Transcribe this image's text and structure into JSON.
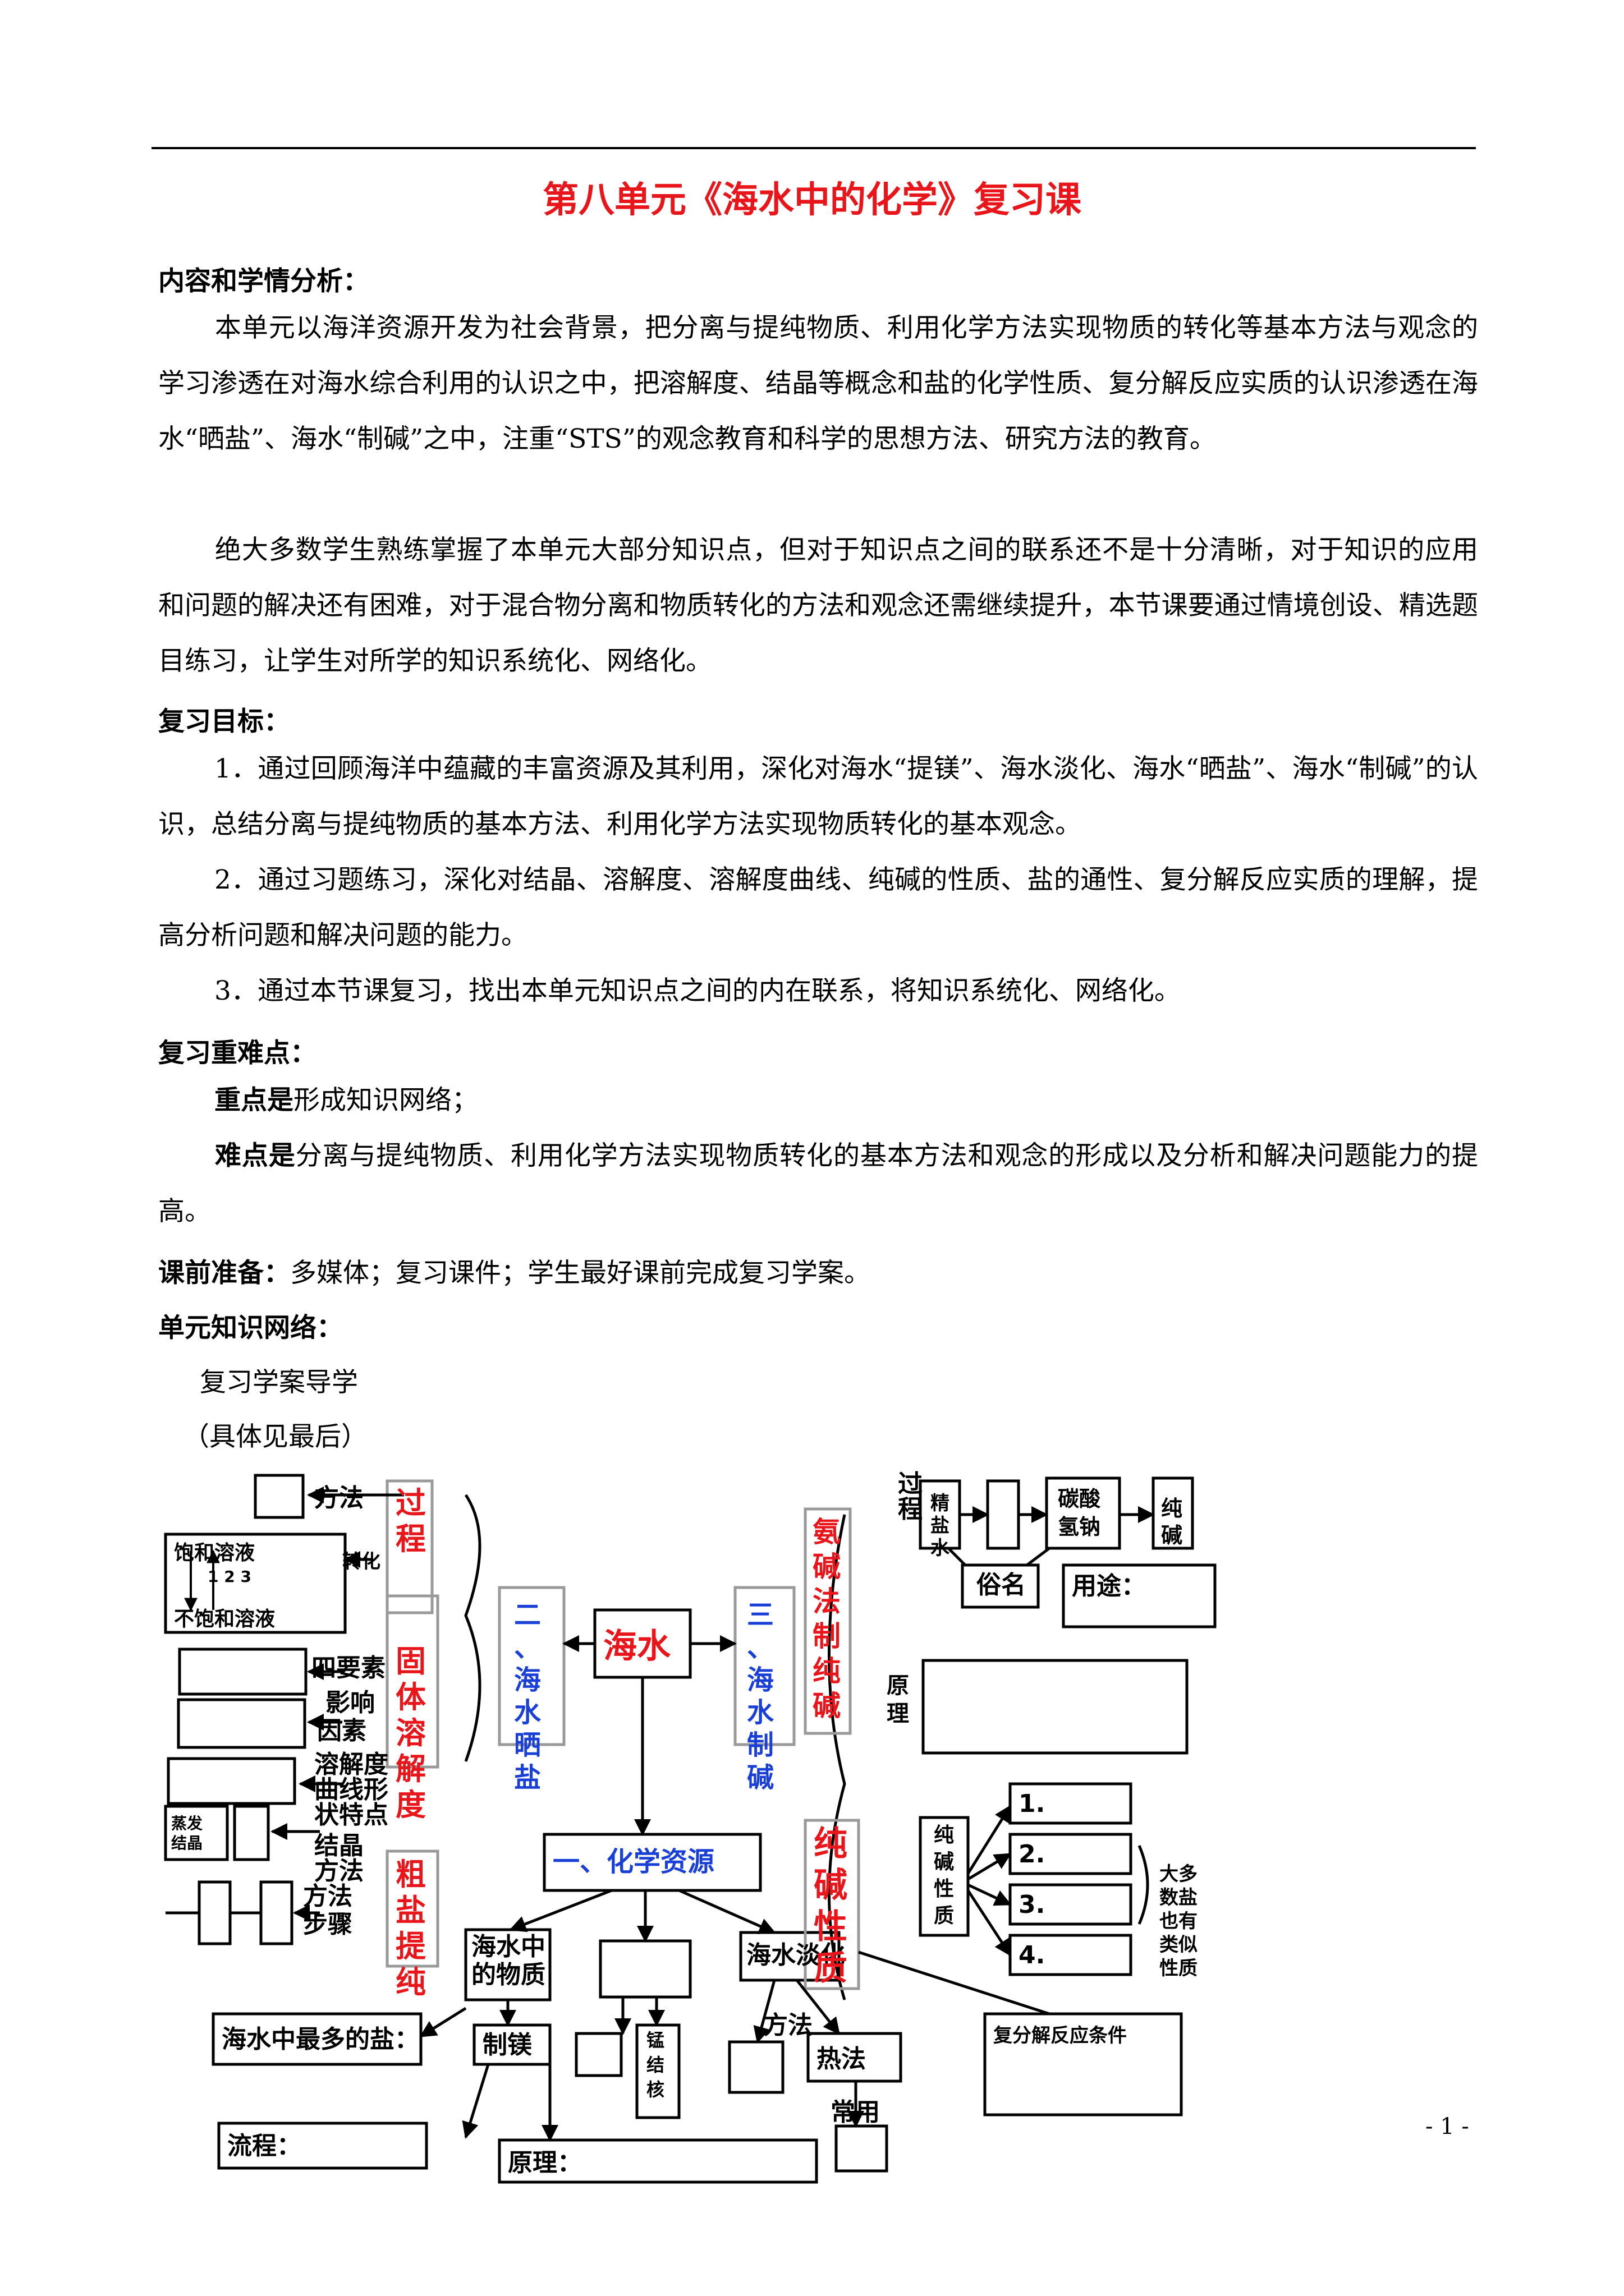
{
  "doc": {
    "title": "第八单元《海水中的化学》复习课",
    "section1_heading": "内容和学情分析：",
    "section1_p1": "本单元以海洋资源开发为社会背景，把分离与提纯物质、利用化学方法实现物质的转化等基本方法与观念的学习渗透在对海水综合利用的认识之中，把溶解度、结晶等概念和盐的化学性质、复分解反应实质的认识渗透在海水“晒盐”、海水“制碱”之中，注重“STS”的观念教育和科学的思想方法、研究方法的教育。",
    "section1_p2": "绝大多数学生熟练掌握了本单元大部分知识点，但对于知识点之间的联系还不是十分清晰，对于知识的应用和问题的解决还有困难，对于混合物分离和物质转化的方法和观念还需继续提升，本节课要通过情境创设、精选题目练习，让学生对所学的知识系统化、网络化。",
    "section2_heading": "复习目标：",
    "goal1": "1．通过回顾海洋中蕴藏的丰富资源及其利用，深化对海水“提镁”、海水淡化、海水“晒盐”、海水“制碱”的认识，总结分离与提纯物质的基本方法、利用化学方法实现物质转化的基本观念。",
    "goal2": "2．通过习题练习，深化对结晶、溶解度、溶解度曲线、纯碱的性质、盐的通性、复分解反应实质的理解，提高分析问题和解决问题的能力。",
    "goal3": "3．通过本节课复习，找出本单元知识点之间的内在联系，将知识系统化、网络化。",
    "section3_heading": "复习重难点：",
    "key_label": "重点是",
    "key_text": "形成知识网络；",
    "diff_label": "难点是",
    "diff_text": "分离与提纯物质、利用化学方法实现物质转化的基本方法和观念的形成以及分析和解决问题能力的提高。",
    "prep_label": "课前准备：",
    "prep_text": "多媒体；复习课件；学生最好课前完成复习学案。",
    "section4_heading": "单元知识网络：",
    "guide": "复习学案导学",
    "see_end": "（具体见最后）",
    "page_number": "- 1 -"
  },
  "diagram": {
    "seawater": "海水",
    "resources": "一、化学资源",
    "branch2": [
      "二",
      "、",
      "海",
      "水",
      "晒",
      "盐"
    ],
    "branch3": [
      "三",
      "、",
      "海",
      "水",
      "制",
      "碱"
    ],
    "process": [
      "过",
      "程"
    ],
    "solid_solubility": [
      "固",
      "体",
      "溶",
      "解",
      "度"
    ],
    "crude_salt": [
      "粗",
      "盐",
      "提",
      "纯"
    ],
    "ammonia_soda": [
      "氨",
      "碱",
      "法",
      "制",
      "纯",
      "碱"
    ],
    "soda_props": [
      "纯",
      "碱",
      "性",
      "质"
    ],
    "method": "方法",
    "saturated": "饱和溶液",
    "unsaturated": "不饱和溶液",
    "arrow_nums": "1 2 3",
    "convert": "转化",
    "four_elements": "四要素",
    "influence": [
      "影响",
      "因素"
    ],
    "curve": [
      "溶解度",
      "曲线形",
      "状特点"
    ],
    "cryst": [
      "结晶",
      "方法"
    ],
    "evap": [
      "蒸发",
      "结晶"
    ],
    "steps": [
      "方法",
      "步骤"
    ],
    "in_sea": [
      "海水中",
      "的物质"
    ],
    "desal": "海水淡化",
    "most_salt": "海水中最多的盐：",
    "mg": "制镁",
    "nodule": [
      "锰",
      "结",
      "核"
    ],
    "method2": "方法",
    "heat": "热法",
    "common": "常用",
    "flow": "流程：",
    "principle": "原理：",
    "proc_small": [
      "过",
      "程"
    ],
    "brine": [
      "精",
      "盐",
      "水"
    ],
    "bicarb": [
      "碳酸",
      "氢钠"
    ],
    "soda": [
      "纯",
      "碱"
    ],
    "common_name": "俗名",
    "use": "用途：",
    "principle2": [
      "原",
      "理"
    ],
    "soda_prop_small": [
      "纯",
      "碱",
      "性",
      "质"
    ],
    "nums": [
      "1.",
      "2.",
      "3.",
      "4."
    ],
    "similar": [
      "大多",
      "数盐",
      "也有",
      "类似",
      "性质"
    ],
    "metathesis": "复分解反应条件"
  }
}
